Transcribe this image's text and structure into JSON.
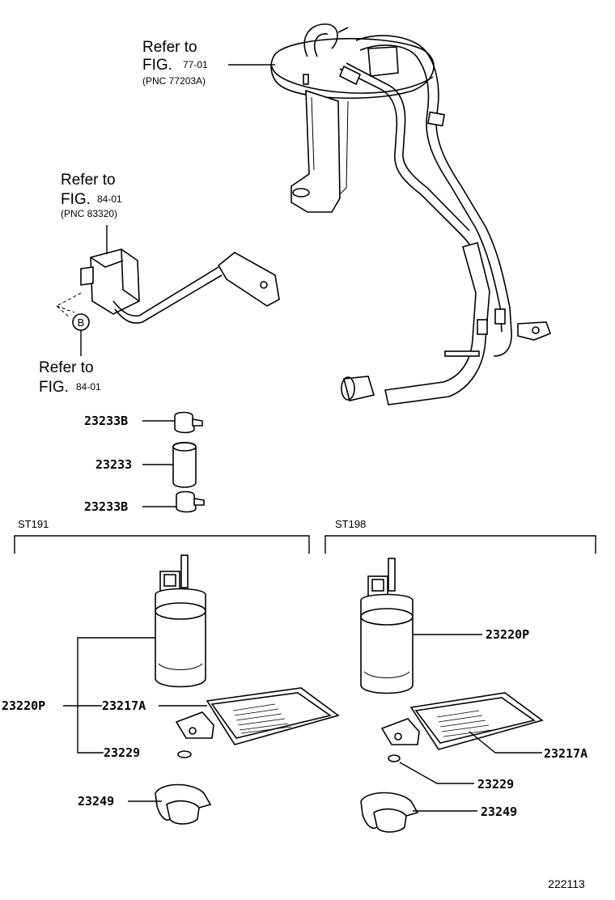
{
  "references": {
    "fig77": {
      "line1": "Refer to",
      "line2": "FIG.",
      "fig_no": "77-01",
      "pnc": "(PNC 77203A)"
    },
    "fig84a": {
      "line1": "Refer to",
      "line2": "FIG.",
      "fig_no": "84-01",
      "pnc": "(PNC 83320)"
    },
    "fig84b": {
      "line1": "Refer to",
      "line2": "FIG.",
      "fig_no": "84-01"
    }
  },
  "marker": {
    "letter": "B"
  },
  "variants": {
    "left": "ST191",
    "right": "ST198"
  },
  "parts": {
    "clamp_top": "23233B",
    "hose": "23233",
    "clamp_bottom": "23233B",
    "left_pump": "23220P",
    "left_filter": "23217A",
    "left_clip": "23229",
    "left_cushion": "23249",
    "right_pump": "23220P",
    "right_filter": "23217A",
    "right_clip": "23229",
    "right_cushion": "23249"
  },
  "diagram_id": "222113"
}
